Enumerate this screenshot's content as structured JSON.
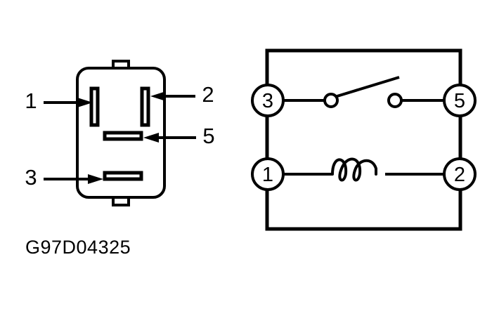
{
  "figure": {
    "caption": "G97D04325",
    "kind": "relay-terminal-identification-diagram",
    "background_color": "#ffffff",
    "line_color": "#000000"
  },
  "relay_package": {
    "title_hidden": "relay physical terminal layout",
    "callouts": [
      {
        "id": "callout-1",
        "label": "1",
        "points_to": "left vertical blade",
        "arrow_direction": "right"
      },
      {
        "id": "callout-2",
        "label": "2",
        "points_to": "right vertical blade",
        "arrow_direction": "left"
      },
      {
        "id": "callout-5",
        "label": "5",
        "points_to": "upper horizontal blade",
        "arrow_direction": "left"
      },
      {
        "id": "callout-3",
        "label": "3",
        "points_to": "lower horizontal blade",
        "arrow_direction": "right"
      }
    ],
    "blades": [
      {
        "id": "blade-1",
        "orientation": "vertical",
        "terminal": "1"
      },
      {
        "id": "blade-2",
        "orientation": "vertical",
        "terminal": "2"
      },
      {
        "id": "blade-5",
        "orientation": "horizontal",
        "terminal": "5"
      },
      {
        "id": "blade-3",
        "orientation": "horizontal",
        "terminal": "3"
      }
    ]
  },
  "schematic": {
    "terminals": [
      {
        "id": "terminal-3",
        "label": "3",
        "position": "top-left"
      },
      {
        "id": "terminal-5",
        "label": "5",
        "position": "top-right"
      },
      {
        "id": "terminal-1",
        "label": "1",
        "position": "bottom-left"
      },
      {
        "id": "terminal-2",
        "label": "2",
        "position": "bottom-right"
      }
    ],
    "components": [
      {
        "id": "switch-contacts",
        "type": "normally-open-switch",
        "between": [
          "3",
          "5"
        ],
        "state": "open"
      },
      {
        "id": "relay-coil",
        "type": "coil",
        "between": [
          "1",
          "2"
        ],
        "turns": 2
      }
    ]
  }
}
